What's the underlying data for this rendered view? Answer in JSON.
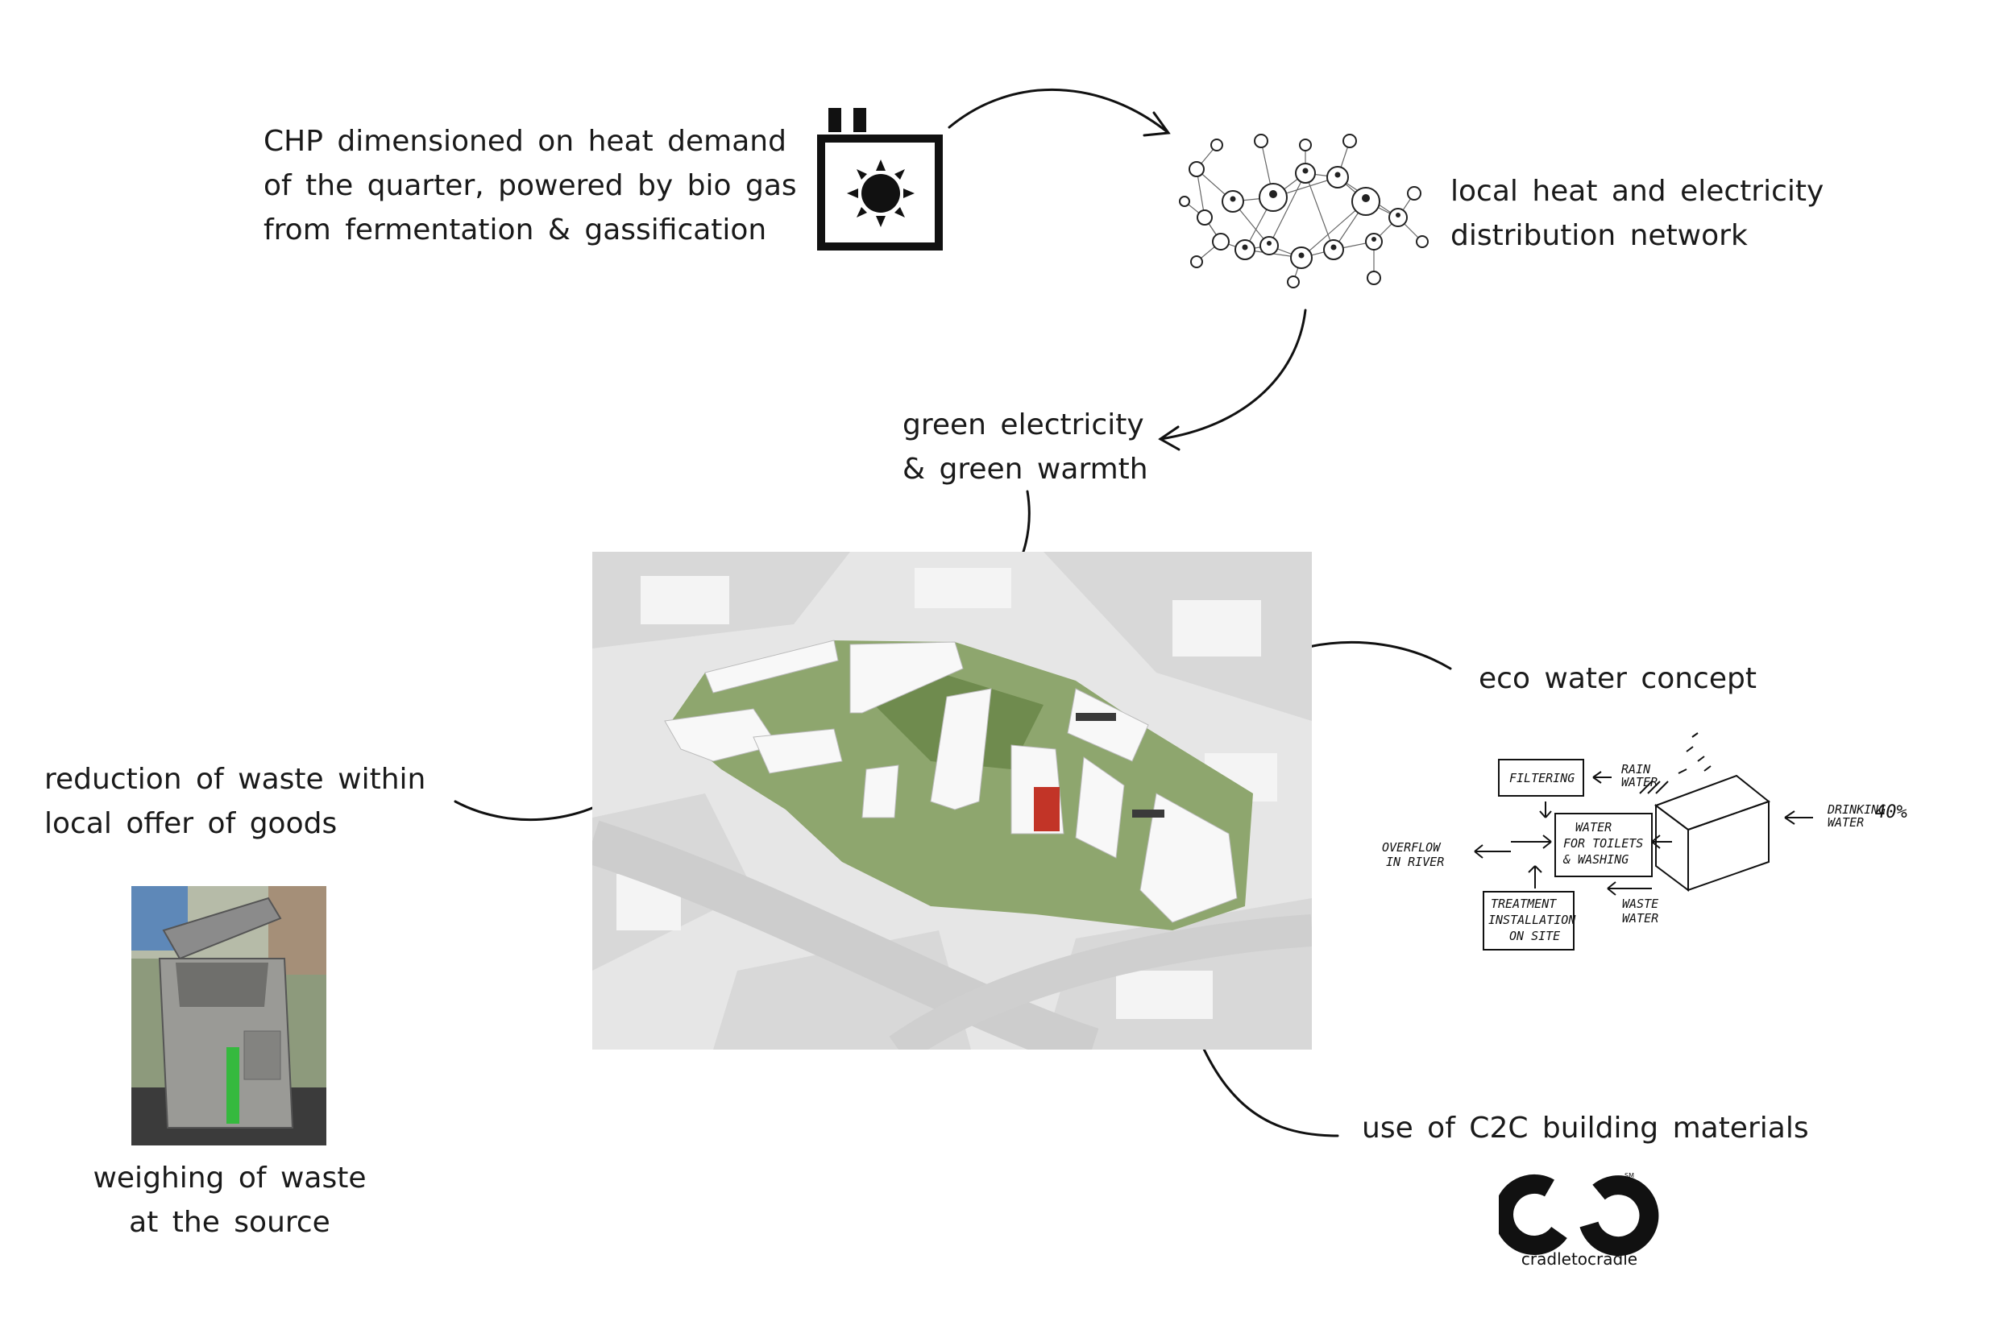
{
  "captions": {
    "chp": [
      "CHP dimensioned on heat demand",
      "of the quarter, powered by bio gas",
      "from fermentation & gassification"
    ],
    "network": [
      "local heat and electricity",
      "distribution network"
    ],
    "green": [
      "green electricity",
      "& green warmth"
    ],
    "reduction": [
      "reduction of waste within",
      "local offer of goods"
    ],
    "eco_water": "eco water concept",
    "weighing": [
      "weighing of waste",
      "at the source"
    ],
    "c2c": "use of C2C building materials"
  },
  "sketch": {
    "filtering": "FILTERING",
    "rain_water": [
      "RAIN",
      "WATER"
    ],
    "water_toilets": [
      "WATER",
      "FOR TOILETS",
      "& WASHING"
    ],
    "drinking_water": [
      "DRINKING",
      "WATER"
    ],
    "percent": "40%",
    "overflow": [
      "OVERFLOW",
      "IN RIVER"
    ],
    "treatment": [
      "TREATMENT",
      "INSTALLATION",
      "ON SITE"
    ],
    "waste_water": [
      "WASTE",
      "WATER"
    ]
  },
  "logo": {
    "text": "cradletocradle",
    "mark": "SM"
  },
  "icons": {
    "chp": "chp-plant-icon",
    "network": "network-cloud-icon",
    "bin": "waste-bin-photo",
    "aerial": "aerial-site-render"
  }
}
